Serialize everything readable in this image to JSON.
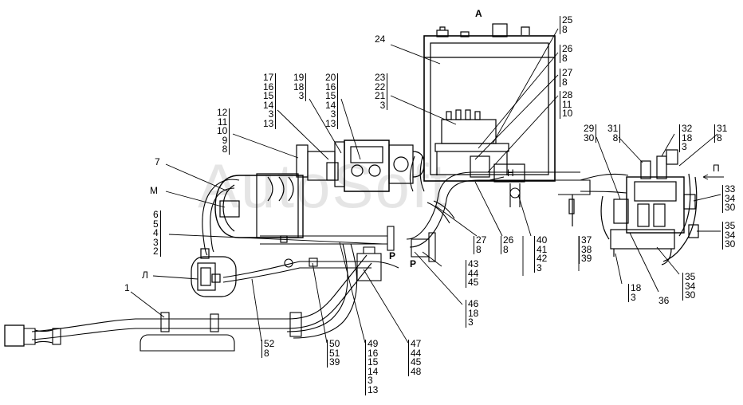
{
  "watermark": "AutoSoft",
  "view_letter": "А",
  "letters": {
    "M": "М",
    "L": "Л",
    "N": "Н",
    "P1": "Р",
    "P2": "Р",
    "Pi": "П"
  },
  "single_labels": {
    "l24": "24",
    "l7": "7",
    "l1": "1",
    "l36": "36"
  },
  "stacks": {
    "s_25_8": [
      "25",
      "8"
    ],
    "s_26_8_top": [
      "26",
      "8"
    ],
    "s_27_8_top": [
      "27",
      "8"
    ],
    "s_28": [
      "28",
      "11",
      "10"
    ],
    "s_17": [
      "17",
      "16",
      "15",
      "14",
      "3",
      "13"
    ],
    "s_19": [
      "19",
      "18",
      "3"
    ],
    "s_20": [
      "20",
      "16",
      "15",
      "14",
      "3",
      "13"
    ],
    "s_23": [
      "23",
      "22",
      "21",
      "3"
    ],
    "s_12": [
      "12",
      "11",
      "10",
      "9",
      "8"
    ],
    "s_6": [
      "6",
      "5",
      "4",
      "3",
      "2"
    ],
    "s_29": [
      "29",
      "30"
    ],
    "s_31a": [
      "31",
      "8"
    ],
    "s_32": [
      "32",
      "18",
      "3"
    ],
    "s_31b": [
      "31",
      "8"
    ],
    "s_33": [
      "33",
      "34",
      "30"
    ],
    "s_35a": [
      "35",
      "34",
      "30"
    ],
    "s_35b": [
      "35",
      "34",
      "30"
    ],
    "s_18_3": [
      "18",
      "3"
    ],
    "s_37": [
      "37",
      "38",
      "39"
    ],
    "s_40": [
      "40",
      "41",
      "42",
      "3"
    ],
    "s_26_8_bot": [
      "26",
      "8"
    ],
    "s_27_8_bot": [
      "27",
      "8"
    ],
    "s_43": [
      "43",
      "44",
      "45"
    ],
    "s_46": [
      "46",
      "18",
      "3"
    ],
    "s_47": [
      "47",
      "44",
      "45",
      "48"
    ],
    "s_49": [
      "49",
      "16",
      "15",
      "14",
      "3",
      "13"
    ],
    "s_50": [
      "50",
      "51",
      "39"
    ],
    "s_52": [
      "52",
      "8"
    ]
  }
}
